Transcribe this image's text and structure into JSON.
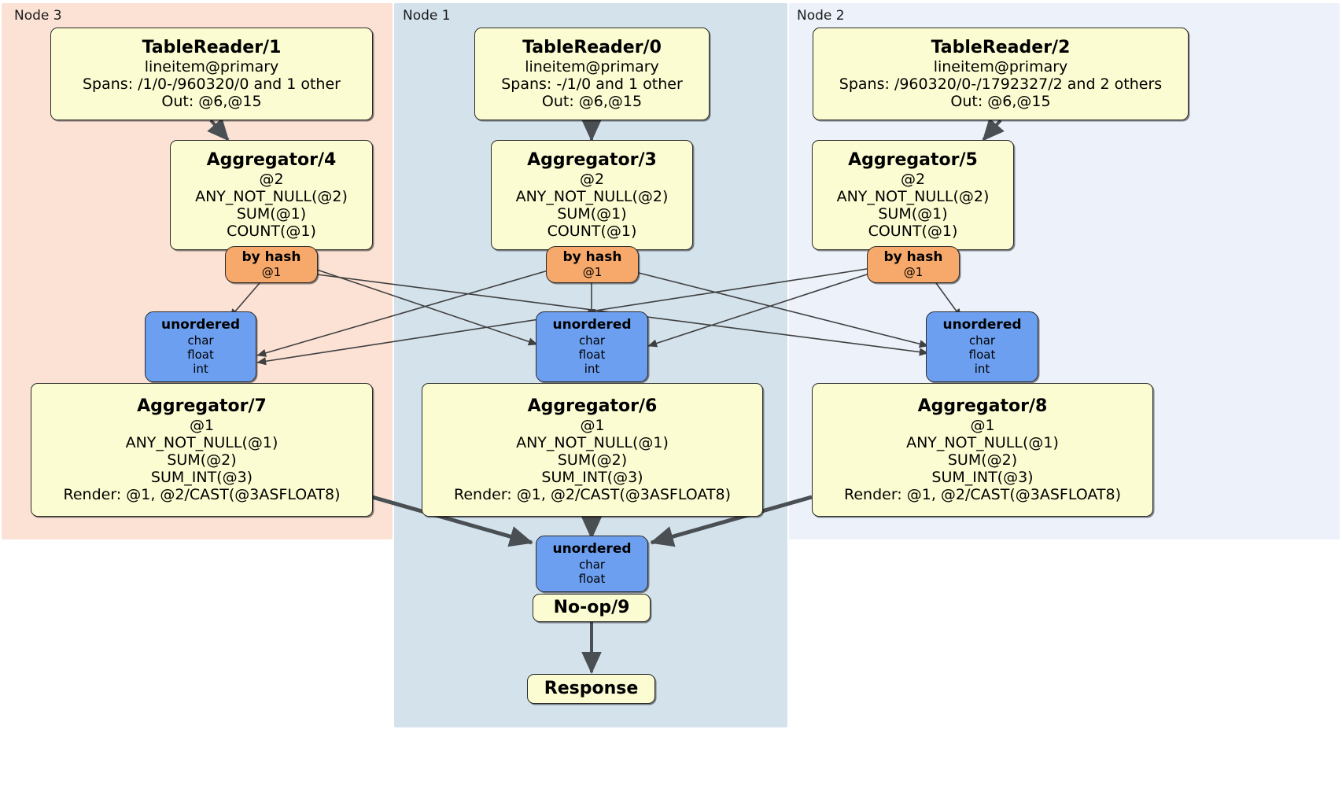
{
  "diagram": {
    "title": "DistSQL distributed query plan",
    "colors": {
      "node3_panel": "#fce2d5",
      "node1_panel": "#d4e2ec",
      "node2_panel": "#ecf1fa",
      "processor_box": "#fcfcd2",
      "hash_router": "#f6a96a",
      "synchronizer": "#6d9ff0",
      "edge": "#404040",
      "border": "#2b2b2b"
    }
  },
  "nodes": [
    {
      "id": "node3",
      "label": "Node 3"
    },
    {
      "id": "node1",
      "label": "Node 1"
    },
    {
      "id": "node2",
      "label": "Node 2"
    }
  ],
  "processors": {
    "tablereader1": {
      "title": "TableReader/1",
      "lines": [
        "lineitem@primary",
        "Spans: /1/0-/960320/0 and 1 other",
        "Out: @6,@15"
      ]
    },
    "tablereader0": {
      "title": "TableReader/0",
      "lines": [
        "lineitem@primary",
        "Spans: -/1/0 and 1 other",
        "Out: @6,@15"
      ]
    },
    "tablereader2": {
      "title": "TableReader/2",
      "lines": [
        "lineitem@primary",
        "Spans: /960320/0-/1792327/2 and 2 others",
        "Out: @6,@15"
      ]
    },
    "aggregator4": {
      "title": "Aggregator/4",
      "lines": [
        "@2",
        "ANY_NOT_NULL(@2)",
        "SUM(@1)",
        "COUNT(@1)"
      ]
    },
    "aggregator3": {
      "title": "Aggregator/3",
      "lines": [
        "@2",
        "ANY_NOT_NULL(@2)",
        "SUM(@1)",
        "COUNT(@1)"
      ]
    },
    "aggregator5": {
      "title": "Aggregator/5",
      "lines": [
        "@2",
        "ANY_NOT_NULL(@2)",
        "SUM(@1)",
        "COUNT(@1)"
      ]
    },
    "aggregator7": {
      "title": "Aggregator/7",
      "lines": [
        "@1",
        "ANY_NOT_NULL(@1)",
        "SUM(@2)",
        "SUM_INT(@3)",
        "Render: @1, @2/CAST(@3ASFLOAT8)"
      ]
    },
    "aggregator6": {
      "title": "Aggregator/6",
      "lines": [
        "@1",
        "ANY_NOT_NULL(@1)",
        "SUM(@2)",
        "SUM_INT(@3)",
        "Render: @1, @2/CAST(@3ASFLOAT8)"
      ]
    },
    "aggregator8": {
      "title": "Aggregator/8",
      "lines": [
        "@1",
        "ANY_NOT_NULL(@1)",
        "SUM(@2)",
        "SUM_INT(@3)",
        "Render: @1, @2/CAST(@3ASFLOAT8)"
      ]
    },
    "noop9": {
      "title": "No-op/9",
      "lines": []
    },
    "response": {
      "title": "Response",
      "lines": []
    }
  },
  "routers": {
    "hash_left": {
      "title": "by hash",
      "lines": [
        "@1"
      ]
    },
    "hash_center": {
      "title": "by hash",
      "lines": [
        "@1"
      ]
    },
    "hash_right": {
      "title": "by hash",
      "lines": [
        "@1"
      ]
    }
  },
  "synchronizers": {
    "sync_left": {
      "title": "unordered",
      "lines": [
        "char",
        "float",
        "int"
      ]
    },
    "sync_center": {
      "title": "unordered",
      "lines": [
        "char",
        "float",
        "int"
      ]
    },
    "sync_right": {
      "title": "unordered",
      "lines": [
        "char",
        "float",
        "int"
      ]
    },
    "sync_final": {
      "title": "unordered",
      "lines": [
        "char",
        "float"
      ]
    }
  }
}
